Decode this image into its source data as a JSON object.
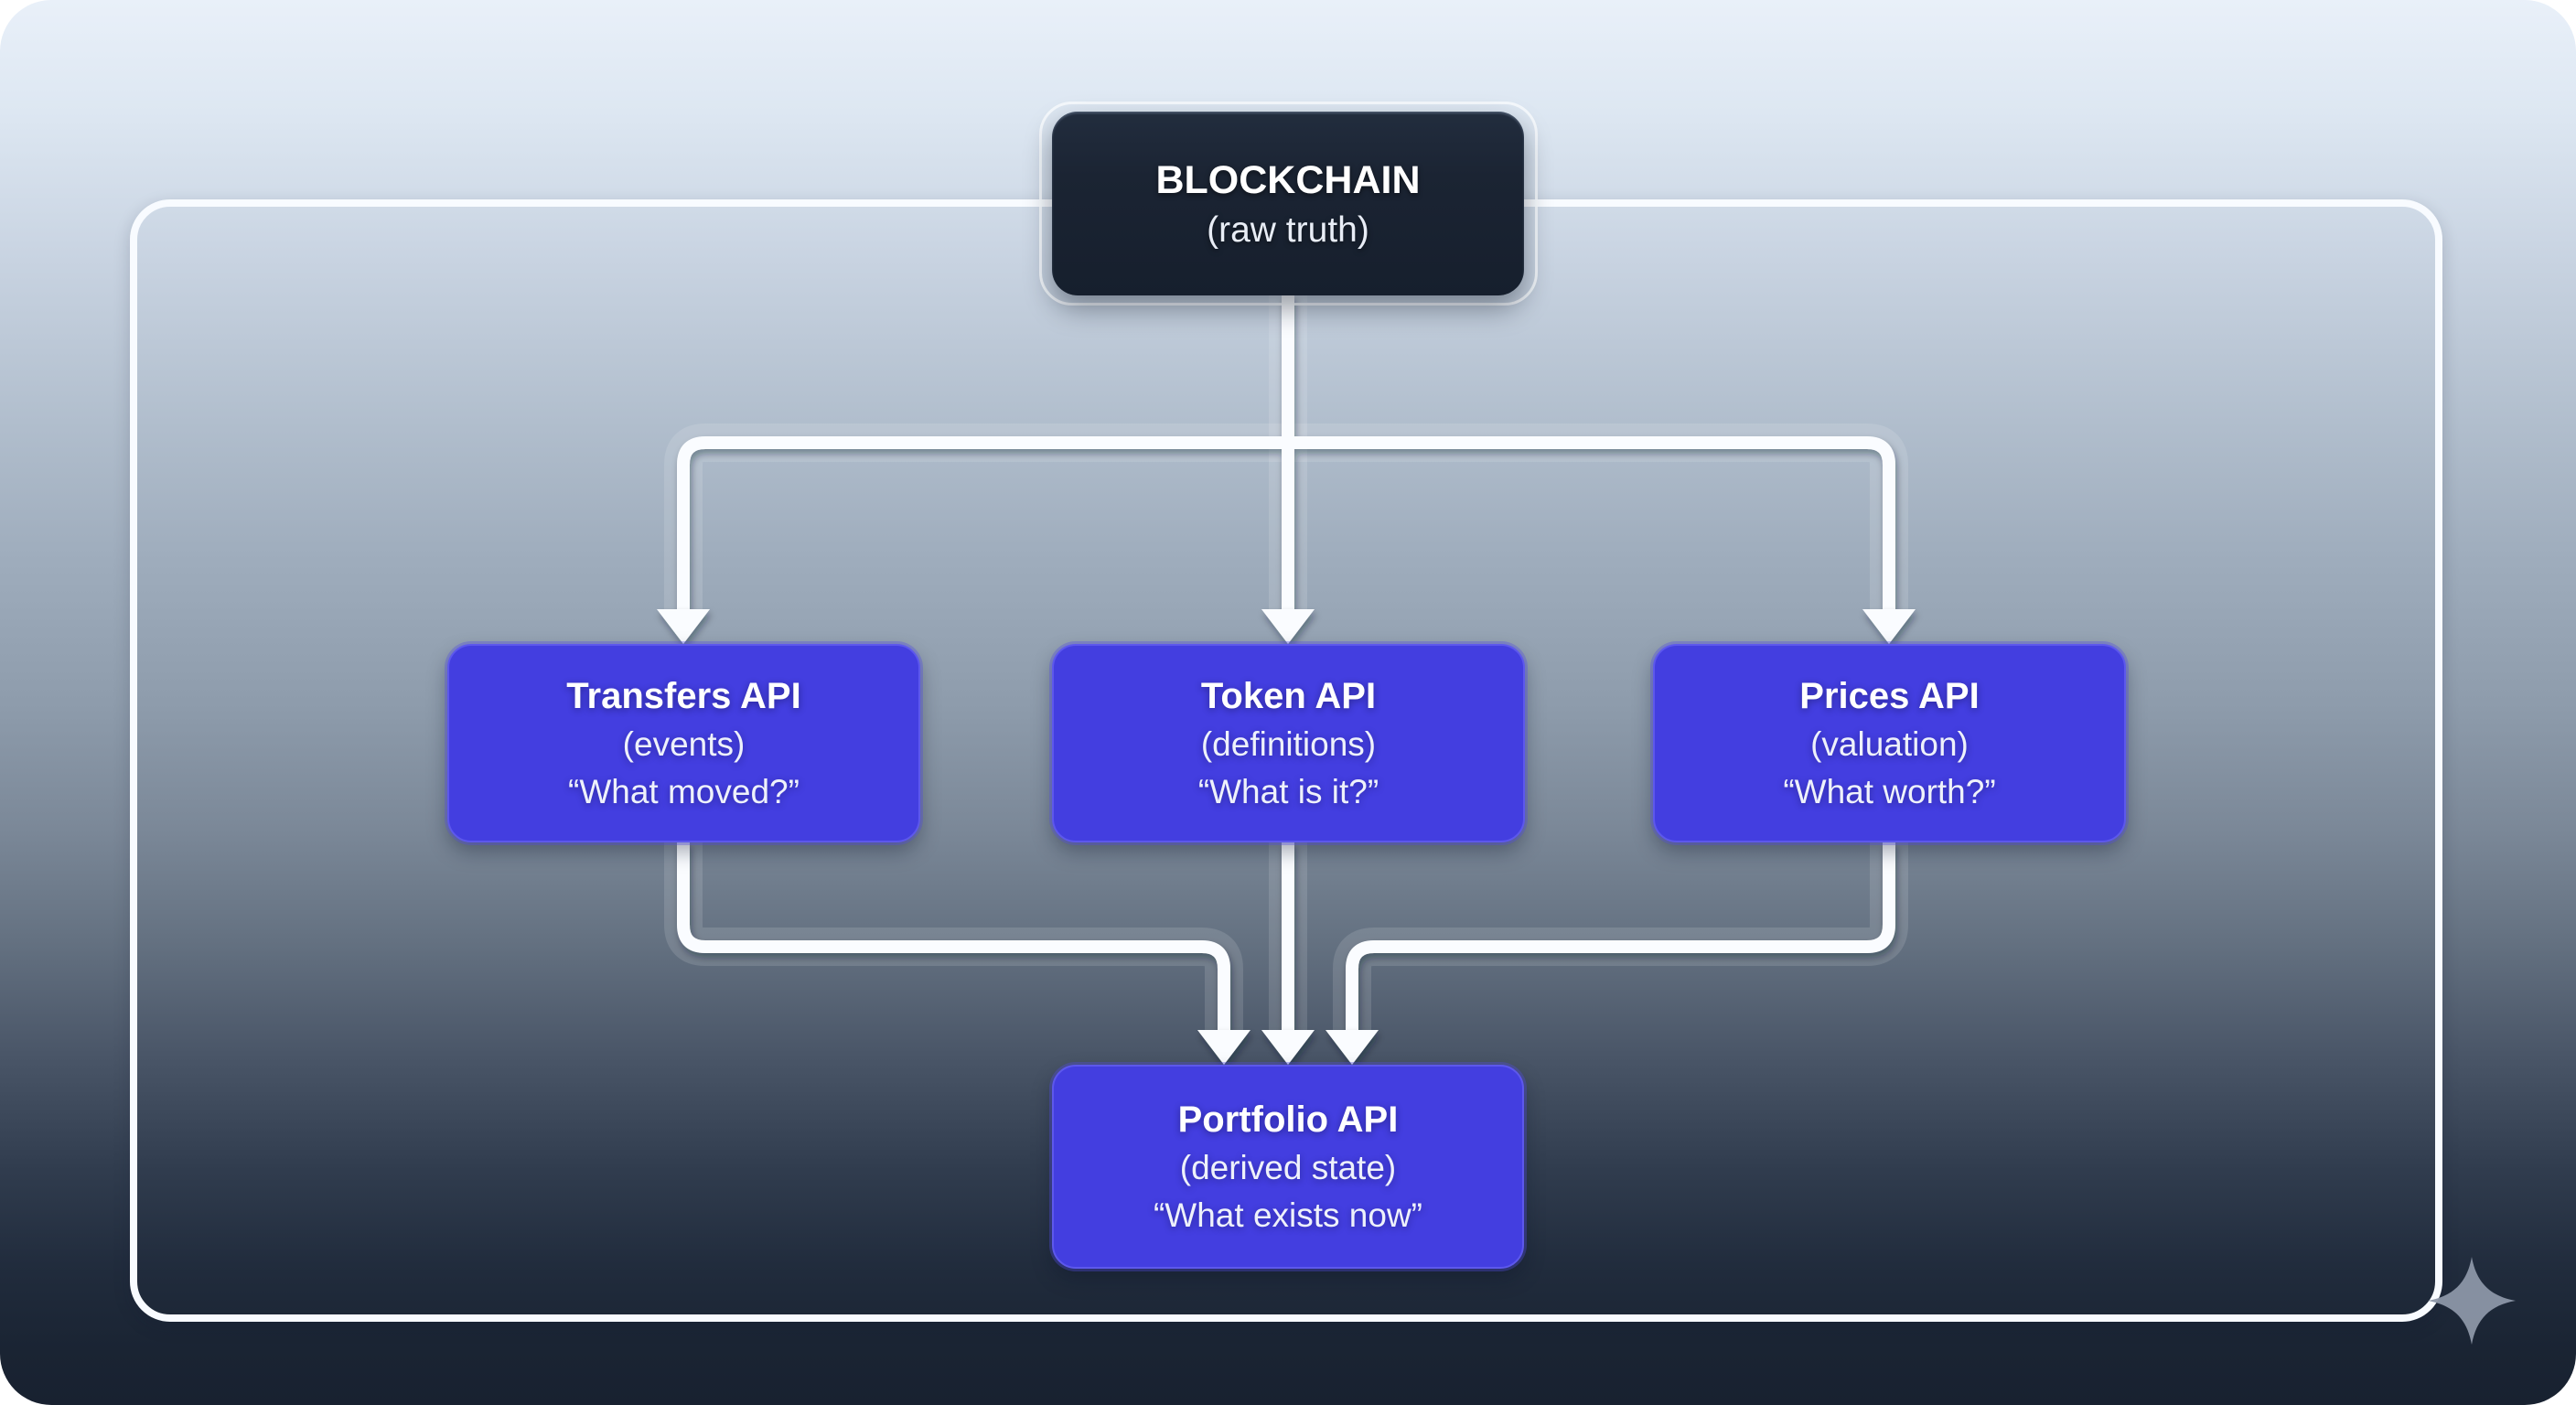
{
  "diagram": {
    "nodes": {
      "blockchain": {
        "title": "BLOCKCHAIN",
        "subtitle": "(raw truth)"
      },
      "transfers": {
        "title": "Transfers API",
        "subtitle": "(events)",
        "question": "“What moved?”"
      },
      "token": {
        "title": "Token API",
        "subtitle": "(definitions)",
        "question": "“What is it?”"
      },
      "prices": {
        "title": "Prices API",
        "subtitle": "(valuation)",
        "question": "“What worth?”"
      },
      "portfolio": {
        "title": "Portfolio API",
        "subtitle": "(derived state)",
        "question": "“What exists now”"
      }
    },
    "edges": [
      "blockchain -> transfers",
      "blockchain -> token",
      "blockchain -> prices",
      "transfers -> portfolio",
      "token -> portfolio",
      "prices -> portfolio"
    ]
  },
  "colors": {
    "node_accent": "#433ee0",
    "node_dark": "#1b2433",
    "connector": "#fafcff",
    "frame": "#f8fbff",
    "sparkle": "#8c96a7"
  }
}
